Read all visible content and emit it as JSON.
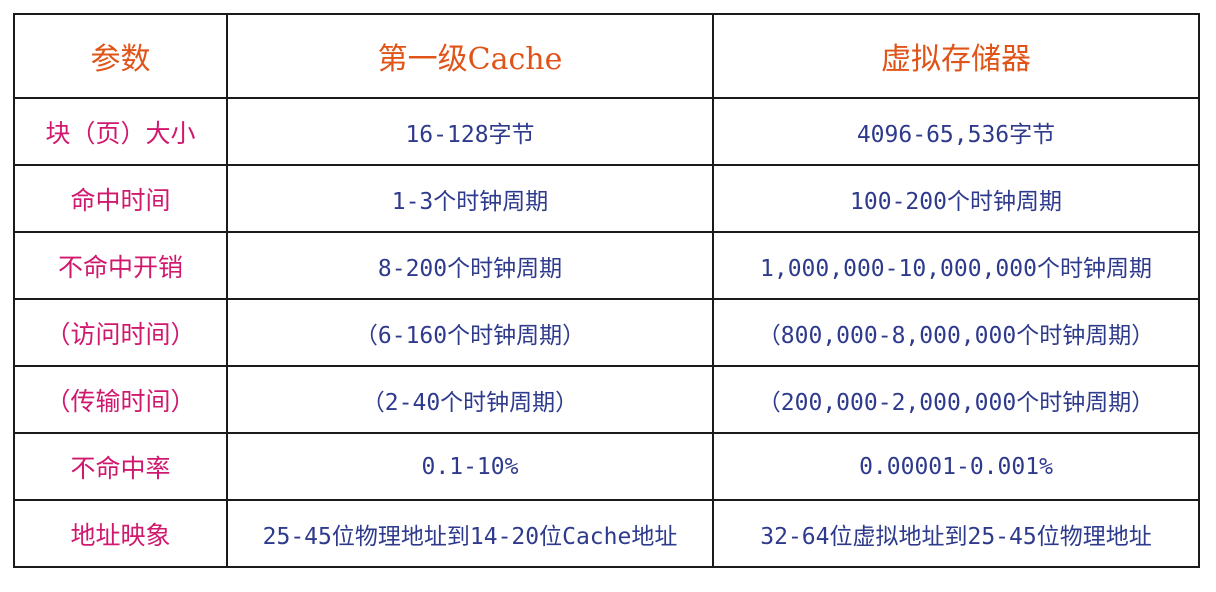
{
  "header": {
    "param": "参数",
    "cache": "第一级Cache",
    "vm": "虚拟存储器"
  },
  "rows": [
    {
      "param": "块（页）大小",
      "cache": "16-128字节",
      "vm": "4096-65,536字节"
    },
    {
      "param": "命中时间",
      "cache": "1-3个时钟周期",
      "vm": "100-200个时钟周期"
    },
    {
      "param": "不命中开销",
      "cache": "8-200个时钟周期",
      "vm": "1,000,000-10,000,000个时钟周期"
    },
    {
      "param": "（访问时间）",
      "cache": "（6-160个时钟周期）",
      "vm": "（800,000-8,000,000个时钟周期）"
    },
    {
      "param": "（传输时间）",
      "cache": "（2-40个时钟周期）",
      "vm": "（200,000-2,000,000个时钟周期）"
    },
    {
      "param": "不命中率",
      "cache": "0.1-10%",
      "vm": "0.00001-0.001%"
    },
    {
      "param": "地址映象",
      "cache": "25-45位物理地址到14-20位Cache地址",
      "vm": "32-64位虚拟地址到25-45位物理地址"
    }
  ],
  "colors": {
    "header_text": "#e0541a",
    "param_text": "#d0196e",
    "value_text": "#2e3a8c",
    "border": "#1a1a1a"
  }
}
